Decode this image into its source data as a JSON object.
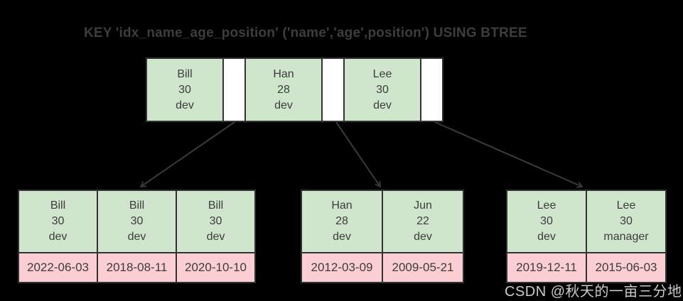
{
  "title": "KEY 'idx_name_age_position' ('name','age',position') USING BTREE",
  "watermark": "CSDN @秋天的一亩三分地",
  "index_columns": [
    "name",
    "age",
    "position"
  ],
  "colors": {
    "background": "#000000",
    "record_fill": "#cfe6cd",
    "date_fill": "#fbced4",
    "pointer_fill": "#ffffff",
    "border": "#333333",
    "cell_text": "#3c3c3c",
    "title_text": "#3d3d3d",
    "watermark_text": "#cacaca"
  },
  "root_node": {
    "records": [
      {
        "name": "Bill",
        "age": "30",
        "position": "dev"
      },
      {
        "name": "Han",
        "age": "28",
        "position": "dev"
      },
      {
        "name": "Lee",
        "age": "30",
        "position": "dev"
      }
    ]
  },
  "leaf_nodes": [
    {
      "records": [
        {
          "name": "Bill",
          "age": "30",
          "position": "dev",
          "date": "2022-06-03"
        },
        {
          "name": "Bill",
          "age": "30",
          "position": "dev",
          "date": "2018-08-11"
        },
        {
          "name": "Bill",
          "age": "30",
          "position": "dev",
          "date": "2020-10-10"
        }
      ]
    },
    {
      "records": [
        {
          "name": "Han",
          "age": "28",
          "position": "dev",
          "date": "2012-03-09"
        },
        {
          "name": "Jun",
          "age": "22",
          "position": "dev",
          "date": "2009-05-21"
        }
      ]
    },
    {
      "records": [
        {
          "name": "Lee",
          "age": "30",
          "position": "dev",
          "date": "2019-12-11"
        },
        {
          "name": "Lee",
          "age": "30",
          "position": "manager",
          "date": "2015-06-03"
        }
      ]
    }
  ]
}
